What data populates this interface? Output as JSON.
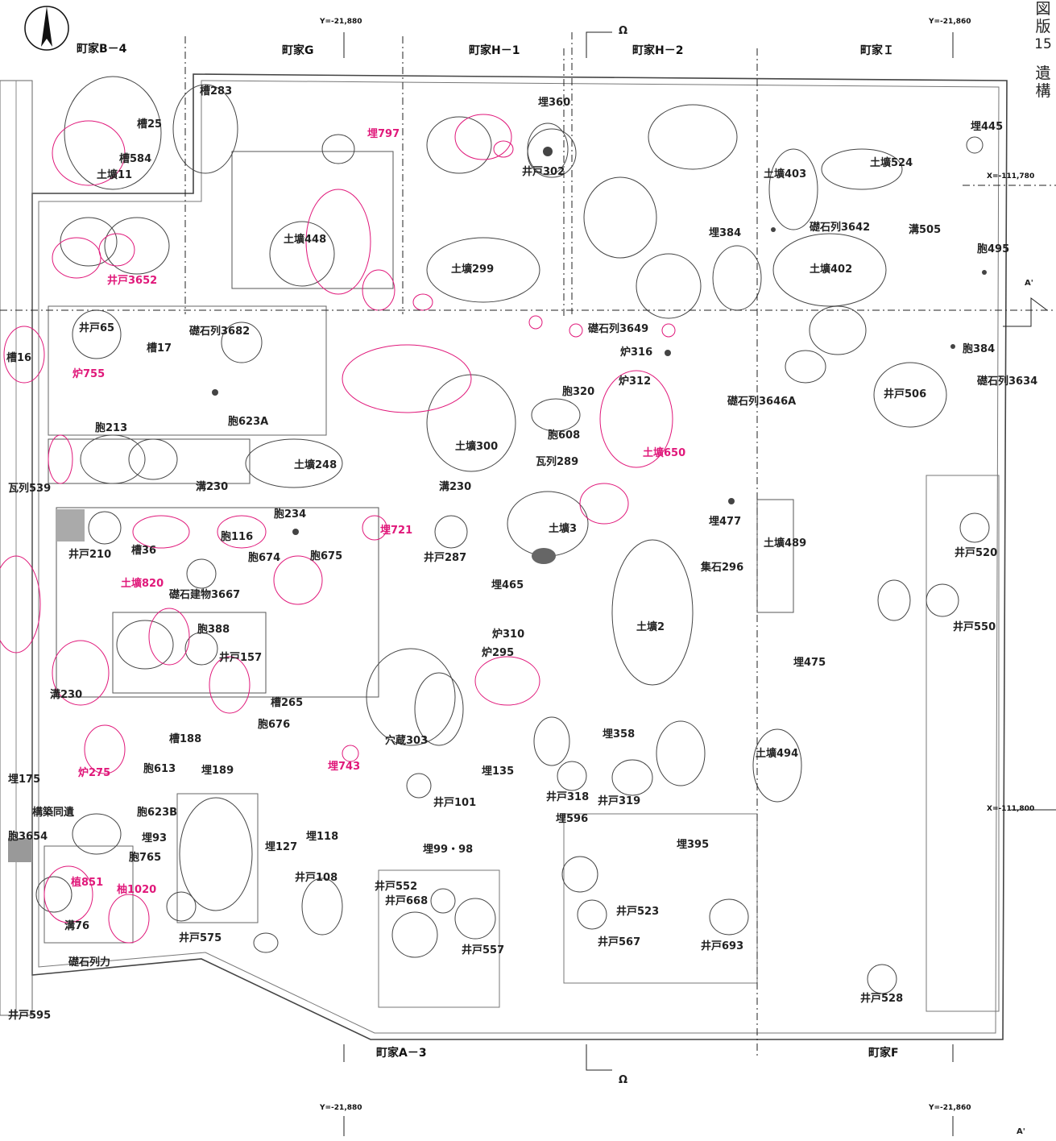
{
  "plate_side": {
    "label": "図版",
    "number": "15",
    "subject": "遺構"
  },
  "section_top": {
    "headers": [
      "町家B－4",
      "町家G",
      "町家H－1",
      "町家H－2",
      "町家Ｉ"
    ]
  },
  "section_bottom": {
    "headers": [
      "町家A－3",
      "町家F"
    ]
  },
  "coords": {
    "y_top_left": "Y=-21,880",
    "y_top_right": "Y=-21,860",
    "y_bot_left": "Y=-21,880",
    "y_bot_right": "Y=-21,860",
    "x_upper": "X=-111,780",
    "x_lower": "X=-111,800"
  },
  "section_markers": {
    "top": "Ω",
    "bottom": "Ω",
    "right": "A'",
    "corner": "A'"
  },
  "labels": [
    {
      "text": "槽283",
      "c": "k"
    },
    {
      "text": "槽25",
      "c": "k"
    },
    {
      "text": "槽584",
      "c": "k"
    },
    {
      "text": "土壙11",
      "c": "k"
    },
    {
      "text": "井戸3652",
      "c": "m"
    },
    {
      "text": "土壙448",
      "c": "k"
    },
    {
      "text": "埋797",
      "c": "m"
    },
    {
      "text": "埋360",
      "c": "k"
    },
    {
      "text": "井戸302",
      "c": "k"
    },
    {
      "text": "土壙299",
      "c": "k"
    },
    {
      "text": "土壙403",
      "c": "k"
    },
    {
      "text": "土壙524",
      "c": "k"
    },
    {
      "text": "埋445",
      "c": "k"
    },
    {
      "text": "埋384",
      "c": "k"
    },
    {
      "text": "礎石列3642",
      "c": "k"
    },
    {
      "text": "溝505",
      "c": "k"
    },
    {
      "text": "胞495",
      "c": "k"
    },
    {
      "text": "土壙402",
      "c": "k"
    },
    {
      "text": "井戸65",
      "c": "k"
    },
    {
      "text": "槽17",
      "c": "k"
    },
    {
      "text": "礎石列3682",
      "c": "k"
    },
    {
      "text": "礎石列3649",
      "c": "k"
    },
    {
      "text": "炉316",
      "c": "k"
    },
    {
      "text": "胞384",
      "c": "k"
    },
    {
      "text": "槽16",
      "c": "k"
    },
    {
      "text": "炉755",
      "c": "m"
    },
    {
      "text": "炉312",
      "c": "k"
    },
    {
      "text": "胞320",
      "c": "k"
    },
    {
      "text": "礎石列3646A",
      "c": "k"
    },
    {
      "text": "井戸506",
      "c": "k"
    },
    {
      "text": "礎石列3634",
      "c": "k"
    },
    {
      "text": "胞213",
      "c": "k"
    },
    {
      "text": "胞623A",
      "c": "k"
    },
    {
      "text": "土壙300",
      "c": "k"
    },
    {
      "text": "胞608",
      "c": "k"
    },
    {
      "text": "土壙650",
      "c": "m"
    },
    {
      "text": "瓦列289",
      "c": "k"
    },
    {
      "text": "土壙248",
      "c": "k"
    },
    {
      "text": "瓦列539",
      "c": "k"
    },
    {
      "text": "溝230",
      "c": "k"
    },
    {
      "text": "溝230",
      "c": "k"
    },
    {
      "text": "胞234",
      "c": "k"
    },
    {
      "text": "胞116",
      "c": "k"
    },
    {
      "text": "埋721",
      "c": "m"
    },
    {
      "text": "埋477",
      "c": "k"
    },
    {
      "text": "土壙3",
      "c": "k"
    },
    {
      "text": "土壙489",
      "c": "k"
    },
    {
      "text": "井戸210",
      "c": "k"
    },
    {
      "text": "槽36",
      "c": "k"
    },
    {
      "text": "胞674",
      "c": "k"
    },
    {
      "text": "胞675",
      "c": "k"
    },
    {
      "text": "井戸287",
      "c": "k"
    },
    {
      "text": "井戸520",
      "c": "k"
    },
    {
      "text": "土壙820",
      "c": "m"
    },
    {
      "text": "集石296",
      "c": "k"
    },
    {
      "text": "埋465",
      "c": "k"
    },
    {
      "text": "礎石建物3667",
      "c": "k"
    },
    {
      "text": "胞388",
      "c": "k"
    },
    {
      "text": "炉310",
      "c": "k"
    },
    {
      "text": "土壙2",
      "c": "k"
    },
    {
      "text": "井戸550",
      "c": "k"
    },
    {
      "text": "井戸157",
      "c": "k"
    },
    {
      "text": "炉295",
      "c": "k"
    },
    {
      "text": "埋475",
      "c": "k"
    },
    {
      "text": "溝230",
      "c": "k"
    },
    {
      "text": "槽265",
      "c": "k"
    },
    {
      "text": "胞676",
      "c": "k"
    },
    {
      "text": "槽188",
      "c": "k"
    },
    {
      "text": "穴蔵303",
      "c": "k"
    },
    {
      "text": "埋358",
      "c": "k"
    },
    {
      "text": "土壙494",
      "c": "k"
    },
    {
      "text": "埋175",
      "c": "k"
    },
    {
      "text": "炉275",
      "c": "m"
    },
    {
      "text": "胞613",
      "c": "k"
    },
    {
      "text": "埋189",
      "c": "k"
    },
    {
      "text": "埋743",
      "c": "m"
    },
    {
      "text": "埋135",
      "c": "k"
    },
    {
      "text": "井戸318",
      "c": "k"
    },
    {
      "text": "井戸319",
      "c": "k"
    },
    {
      "text": "井戸101",
      "c": "k"
    },
    {
      "text": "構築同遺",
      "c": "k"
    },
    {
      "text": "胞623B",
      "c": "k"
    },
    {
      "text": "胞3654",
      "c": "k"
    },
    {
      "text": "埋93",
      "c": "k"
    },
    {
      "text": "胞765",
      "c": "k"
    },
    {
      "text": "埋127",
      "c": "k"
    },
    {
      "text": "埋118",
      "c": "k"
    },
    {
      "text": "埋596",
      "c": "k"
    },
    {
      "text": "埋99・98",
      "c": "k"
    },
    {
      "text": "埋395",
      "c": "k"
    },
    {
      "text": "植851",
      "c": "m"
    },
    {
      "text": "柚1020",
      "c": "m"
    },
    {
      "text": "井戸108",
      "c": "k"
    },
    {
      "text": "井戸552",
      "c": "k"
    },
    {
      "text": "井戸668",
      "c": "k"
    },
    {
      "text": "井戸523",
      "c": "k"
    },
    {
      "text": "溝76",
      "c": "k"
    },
    {
      "text": "井戸575",
      "c": "k"
    },
    {
      "text": "井戸567",
      "c": "k"
    },
    {
      "text": "井戸693",
      "c": "k"
    },
    {
      "text": "礎石列力",
      "c": "k"
    },
    {
      "text": "井戸557",
      "c": "k"
    },
    {
      "text": "井戸528",
      "c": "k"
    },
    {
      "text": "井戸595",
      "c": "k"
    }
  ]
}
